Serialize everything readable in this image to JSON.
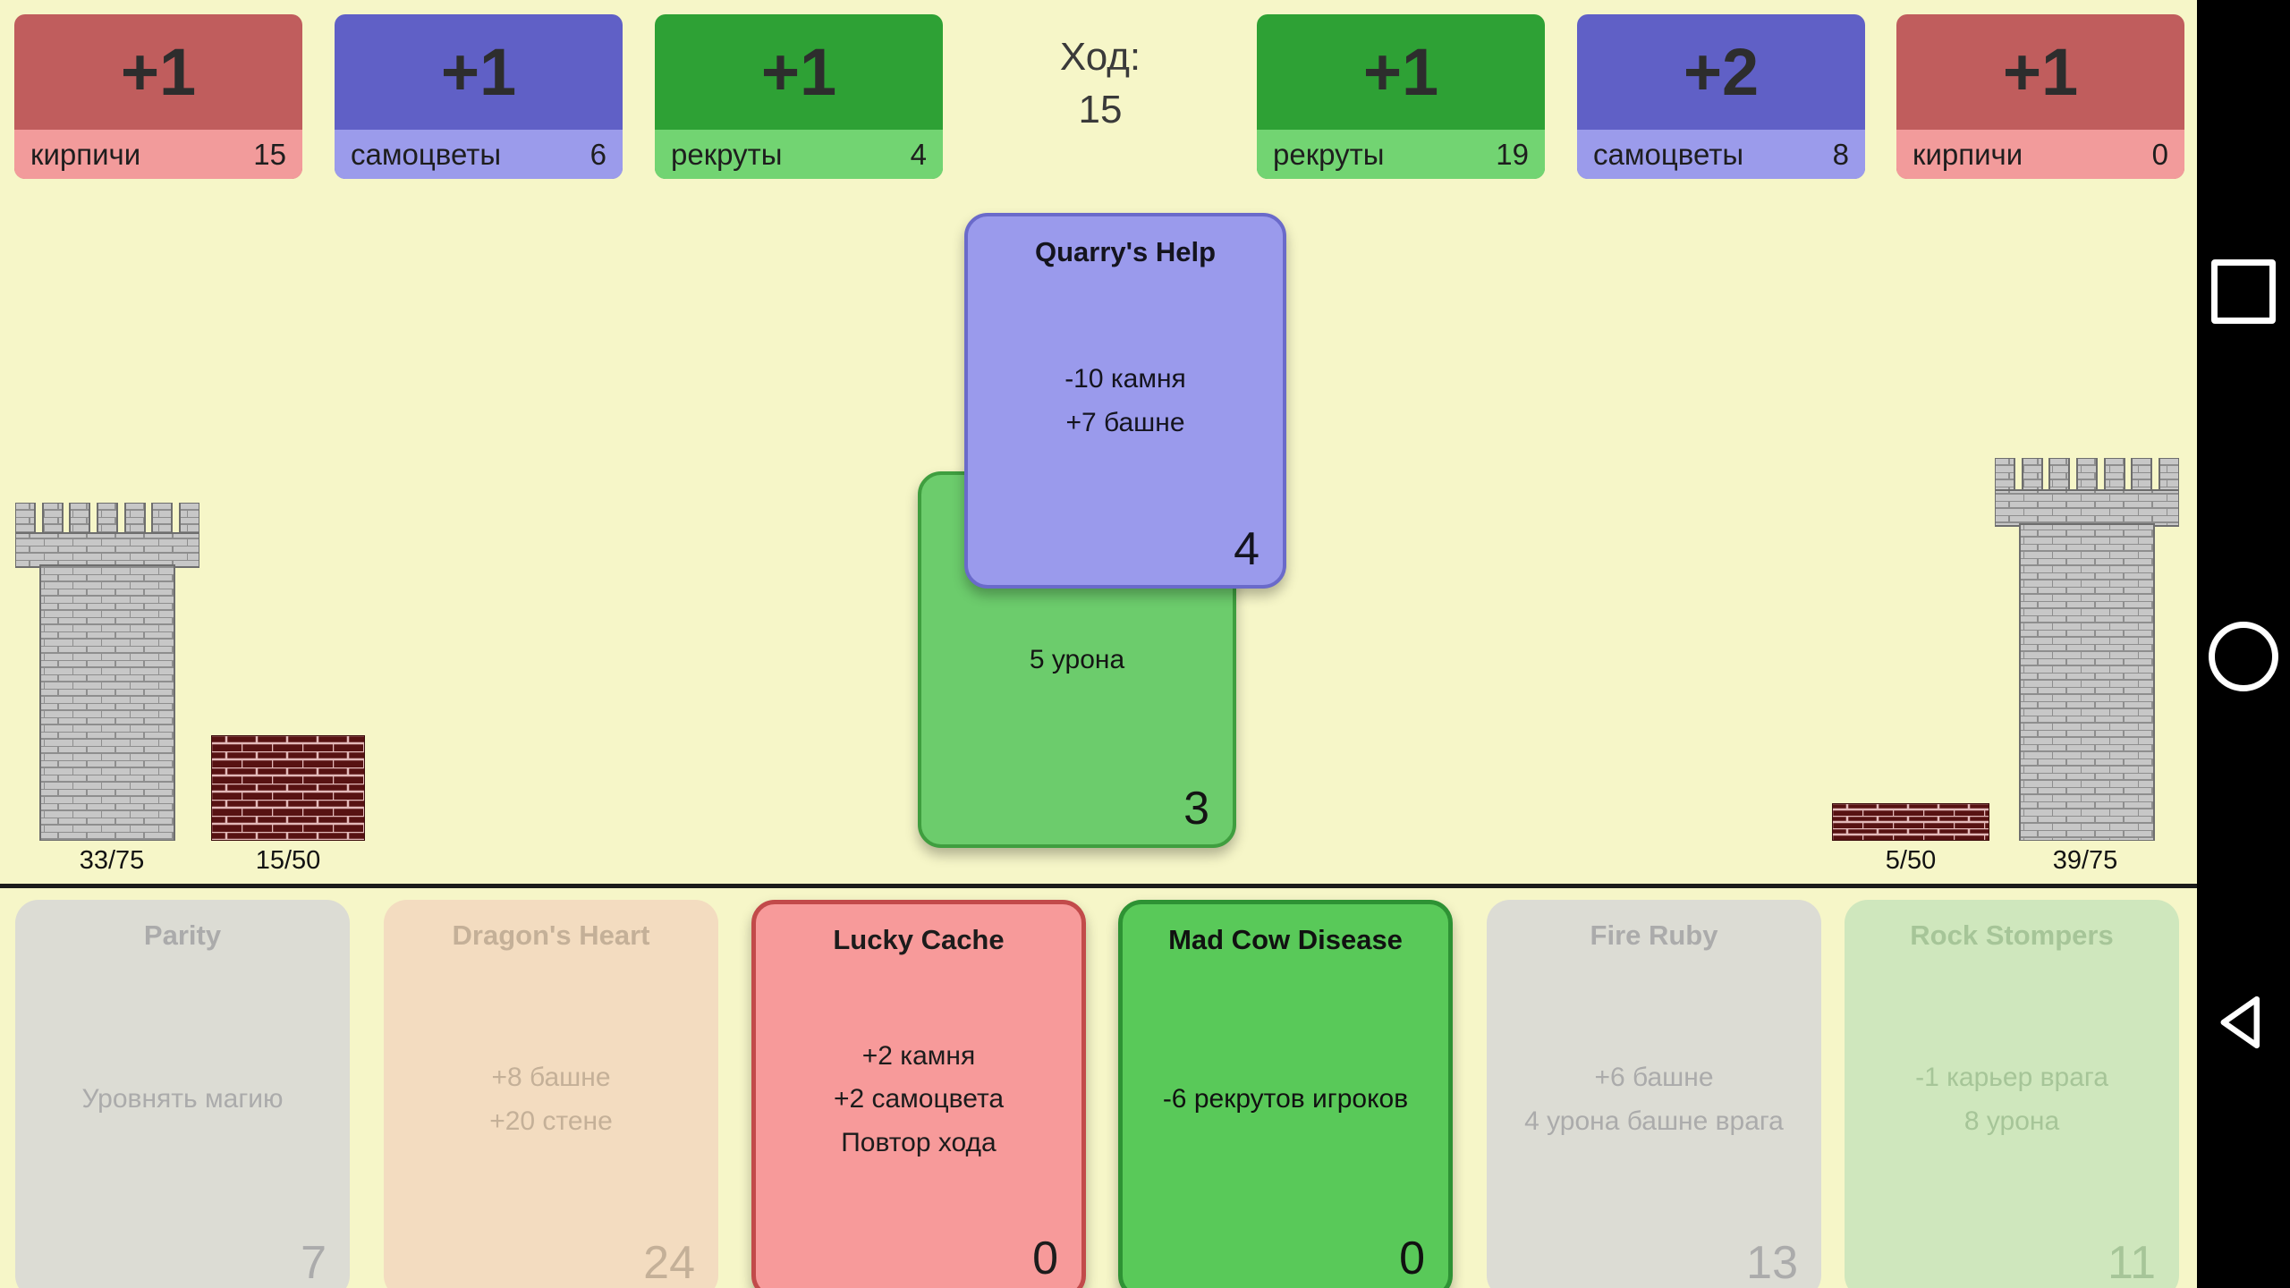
{
  "turn": {
    "label": "Ход:",
    "value": "15"
  },
  "left_player": {
    "resources": [
      {
        "type": "bricks",
        "income": "+1",
        "name": "кирпичи",
        "count": "15"
      },
      {
        "type": "gems",
        "income": "+1",
        "name": "самоцветы",
        "count": "6"
      },
      {
        "type": "recruits",
        "income": "+1",
        "name": "рекруты",
        "count": "4"
      }
    ],
    "tower_hp": "33/75",
    "wall_hp": "15/50"
  },
  "right_player": {
    "resources": [
      {
        "type": "recruits",
        "income": "+1",
        "name": "рекруты",
        "count": "19"
      },
      {
        "type": "gems",
        "income": "+2",
        "name": "самоцветы",
        "count": "8"
      },
      {
        "type": "bricks",
        "income": "+1",
        "name": "кирпичи",
        "count": "0"
      }
    ],
    "tower_hp": "39/75",
    "wall_hp": "5/50"
  },
  "played": {
    "top_card": {
      "title": "Quarry's Help",
      "lines": [
        "-10 камня",
        "+7 башне"
      ],
      "cost": "4"
    },
    "bottom_card": {
      "lines": [
        "5 урона"
      ],
      "cost": "3"
    }
  },
  "hand": [
    {
      "title": "Parity",
      "lines": [
        "Уровнять магию"
      ],
      "cost": "7",
      "enabled": false
    },
    {
      "title": "Dragon's Heart",
      "lines": [
        "+8 башне",
        "+20 стене"
      ],
      "cost": "24",
      "enabled": false
    },
    {
      "title": "Lucky Cache",
      "lines": [
        "+2 камня",
        "+2 самоцвета",
        "Повтор хода"
      ],
      "cost": "0",
      "enabled": true
    },
    {
      "title": "Mad Cow Disease",
      "lines": [
        "-6 рекрутов игроков"
      ],
      "cost": "0",
      "enabled": true
    },
    {
      "title": "Fire Ruby",
      "lines": [
        "+6 башне",
        "4 урона башне врага"
      ],
      "cost": "13",
      "enabled": false
    },
    {
      "title": "Rock Stompers",
      "lines": [
        "-1 карьер врага",
        "8 урона"
      ],
      "cost": "11",
      "enabled": false
    }
  ],
  "nav": {
    "buttons": [
      "recents",
      "home",
      "back"
    ]
  },
  "colors": {
    "background": "#F6F6C8",
    "bricks_panel": "#C05D5D",
    "bricks_strip": "#F29B9B",
    "gems_panel": "#6060C6",
    "gems_strip": "#9B9BEB",
    "recruits_panel": "#2EA135",
    "recruits_strip": "#72D472",
    "played_blue_card": "#9A9AEC",
    "played_green_card": "#6CCC6C",
    "active_red_card": "#F79A9A",
    "active_green_card": "#59C959",
    "disabled_gray_card": "#DCDCD4",
    "disabled_tan_card": "#F3DCC0",
    "disabled_palegreen_card": "#CFE7BD",
    "navbar": "#000000"
  }
}
